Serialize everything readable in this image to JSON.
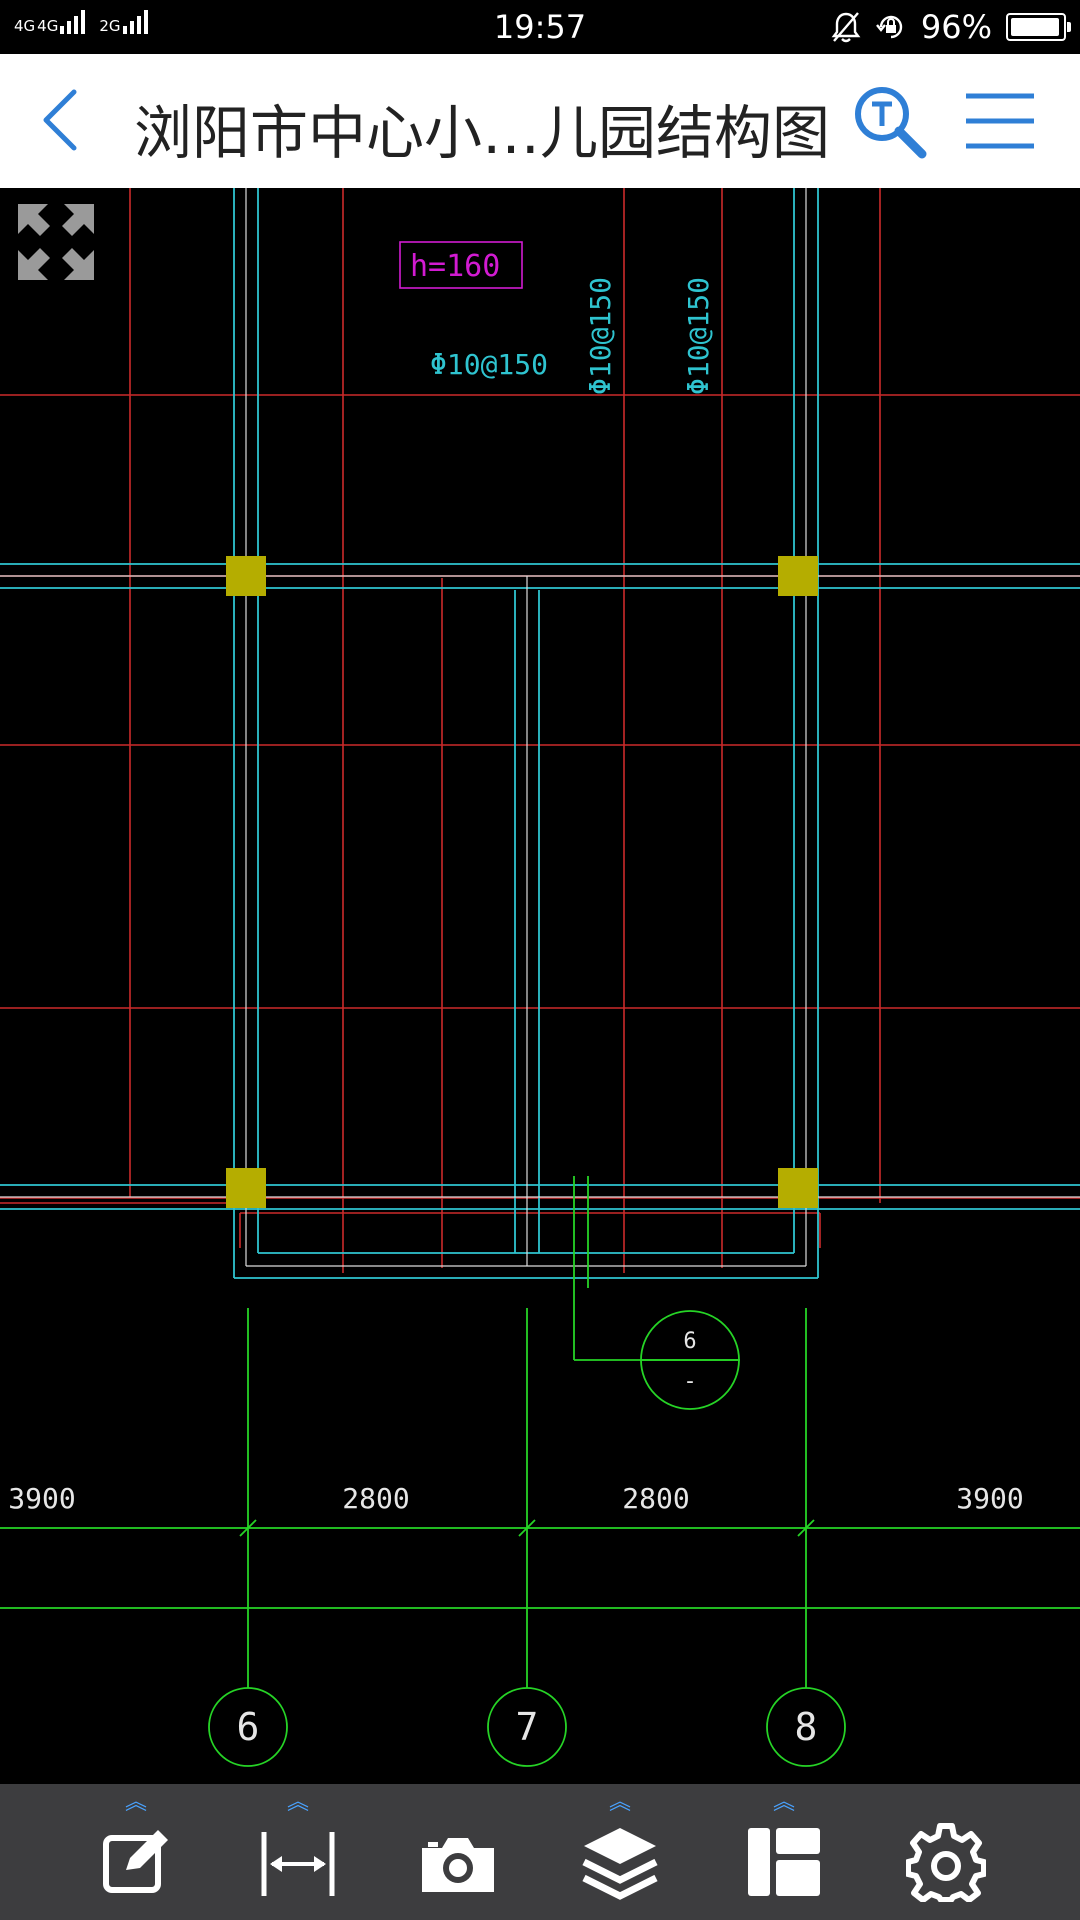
{
  "status_bar": {
    "sim1_label": "4G",
    "sim2_label": "4G",
    "sim3_label": "2G",
    "time": "19:57",
    "battery_percent": "96%",
    "battery_level": 0.96
  },
  "app_bar": {
    "title": "浏阳市中心小…儿园结构图",
    "back_icon": "chevron-left-icon",
    "search_icon": "text-search-icon",
    "menu_icon": "hamburger-menu-icon"
  },
  "drawing": {
    "slab_label": "h=160",
    "rebar_labels": [
      "Φ10@150",
      "Φ10@150",
      "Φ10@150"
    ],
    "detail_marker": {
      "top": "6",
      "bottom": "-"
    },
    "dimensions": [
      "3900",
      "2800",
      "2800",
      "3900"
    ],
    "axis_labels": [
      "6",
      "7",
      "8"
    ]
  },
  "toolbar": {
    "items": [
      {
        "name": "edit",
        "icon": "edit-icon",
        "has_menu": true
      },
      {
        "name": "measure",
        "icon": "measure-icon",
        "has_menu": true
      },
      {
        "name": "camera",
        "icon": "camera-icon",
        "has_menu": false
      },
      {
        "name": "layers",
        "icon": "layers-icon",
        "has_menu": true
      },
      {
        "name": "layout",
        "icon": "layout-icon",
        "has_menu": true
      },
      {
        "name": "settings",
        "icon": "gear-icon",
        "has_menu": false
      }
    ]
  },
  "colors": {
    "accent": "#2f7fd6",
    "toolbar_bg": "#3d3d3f",
    "grid_red": "#cc2a2a",
    "beam_cyan": "#2fc4d0",
    "column_yellow": "#b5ad00",
    "axis_green": "#26d426",
    "label_magenta": "#d21bd2"
  }
}
